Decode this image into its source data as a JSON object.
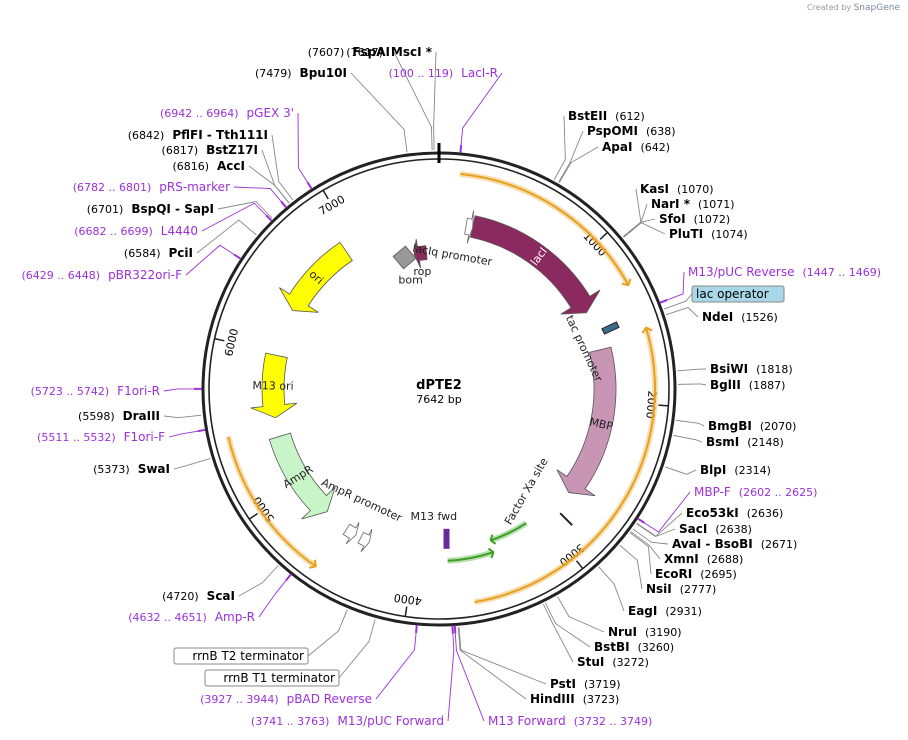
{
  "watermark": {
    "prefix": "Created by",
    "brand": "SnapGene"
  },
  "plasmid": {
    "name": "dPTE2",
    "size_label": "7642 bp",
    "length": 7642
  },
  "colors": {
    "enzyme_text": "#000000",
    "primer": "#9b30d9",
    "lacI": "#8b2a5e",
    "mbp": "#c896b4",
    "ori": "#ffff00",
    "m13_ori": "#ffff00",
    "ampR": "#c8f5c8",
    "promoter": "#ffffff",
    "bom": "#999999",
    "orf_orange": "#e8a020",
    "orf_green": "#3aa020",
    "lac_operator_fill": "#a8d8e8"
  },
  "ticks": [
    {
      "pos": 1000,
      "label": "1000"
    },
    {
      "pos": 2000,
      "label": "2000"
    },
    {
      "pos": 3000,
      "label": "3000"
    },
    {
      "pos": 4000,
      "label": "4000"
    },
    {
      "pos": 5000,
      "label": "5000"
    },
    {
      "pos": 6000,
      "label": "6000"
    },
    {
      "pos": 7000,
      "label": "7000"
    }
  ],
  "right_sites": [
    {
      "kind": "enzyme",
      "name": "BstEII",
      "loc": "(612)",
      "pos": 612
    },
    {
      "kind": "enzyme",
      "name": "PspOMI",
      "loc": "(638)",
      "pos": 638
    },
    {
      "kind": "enzyme",
      "name": "ApaI",
      "loc": "(642)",
      "pos": 642
    },
    {
      "kind": "enzyme",
      "name": "KasI",
      "loc": "(1070)",
      "pos": 1070
    },
    {
      "kind": "enzyme",
      "name": "NarI *",
      "loc": "(1071)",
      "pos": 1071
    },
    {
      "kind": "enzyme",
      "name": "SfoI",
      "loc": "(1072)",
      "pos": 1072
    },
    {
      "kind": "enzyme",
      "name": "PluTI",
      "loc": "(1074)",
      "pos": 1074
    },
    {
      "kind": "primer",
      "name": "M13/pUC Reverse",
      "loc": "(1447 .. 1469)",
      "pos": 1458
    },
    {
      "kind": "feature",
      "name": "lac operator",
      "loc": "",
      "pos": 1495
    },
    {
      "kind": "enzyme",
      "name": "NdeI",
      "loc": "(1526)",
      "pos": 1526
    },
    {
      "kind": "enzyme",
      "name": "BsiWI",
      "loc": "(1818)",
      "pos": 1818
    },
    {
      "kind": "enzyme",
      "name": "BglII",
      "loc": "(1887)",
      "pos": 1887
    },
    {
      "kind": "enzyme",
      "name": "BmgBI",
      "loc": "(2070)",
      "pos": 2070
    },
    {
      "kind": "enzyme",
      "name": "BsmI",
      "loc": "(2148)",
      "pos": 2148
    },
    {
      "kind": "enzyme",
      "name": "BlpI",
      "loc": "(2314)",
      "pos": 2314
    },
    {
      "kind": "primer",
      "name": "MBP-F",
      "loc": "(2602 .. 2625)",
      "pos": 2613
    },
    {
      "kind": "enzyme",
      "name": "Eco53kI",
      "loc": "(2636)",
      "pos": 2636
    },
    {
      "kind": "enzyme",
      "name": "SacI",
      "loc": "(2638)",
      "pos": 2638
    },
    {
      "kind": "enzyme",
      "name": "AvaI  -  BsoBI",
      "loc": "(2671)",
      "pos": 2671
    },
    {
      "kind": "enzyme",
      "name": "XmnI",
      "loc": "(2688)",
      "pos": 2688
    },
    {
      "kind": "enzyme",
      "name": "EcoRI",
      "loc": "(2695)",
      "pos": 2695
    },
    {
      "kind": "enzyme",
      "name": "NsiI",
      "loc": "(2777)",
      "pos": 2777
    },
    {
      "kind": "enzyme",
      "name": "EagI",
      "loc": "(2931)",
      "pos": 2931
    },
    {
      "kind": "enzyme",
      "name": "NruI",
      "loc": "(3190)",
      "pos": 3190
    },
    {
      "kind": "enzyme",
      "name": "BstBI",
      "loc": "(3260)",
      "pos": 3260
    },
    {
      "kind": "enzyme",
      "name": "StuI",
      "loc": "(3272)",
      "pos": 3272
    },
    {
      "kind": "enzyme",
      "name": "PstI",
      "loc": "(3719)",
      "pos": 3719
    },
    {
      "kind": "enzyme",
      "name": "HindIII",
      "loc": "(3723)",
      "pos": 3723
    },
    {
      "kind": "primer",
      "name": "M13 Forward",
      "loc": "(3732 .. 3749)",
      "pos": 3740
    }
  ],
  "left_sites": [
    {
      "kind": "enzyme",
      "name": "FspAI",
      "loc": "(7607)",
      "pos": 7607
    },
    {
      "kind": "enzyme",
      "name": "MscI *",
      "loc": "(7617)",
      "pos": 7617
    },
    {
      "kind": "primer",
      "name": "LacI-R",
      "loc": "(100 .. 119)",
      "pos": 110
    },
    {
      "kind": "enzyme",
      "name": "Bpu10I",
      "loc": "(7479)",
      "pos": 7479
    },
    {
      "kind": "primer",
      "name": "pGEX 3'",
      "loc": "(6942 .. 6964)",
      "pos": 6953
    },
    {
      "kind": "enzyme",
      "name": "PflFI  -  Tth111I",
      "loc": "(6842)",
      "pos": 6842
    },
    {
      "kind": "enzyme",
      "name": "BstZ17I",
      "loc": "(6817)",
      "pos": 6817
    },
    {
      "kind": "enzyme",
      "name": "AccI",
      "loc": "(6816)",
      "pos": 6816
    },
    {
      "kind": "primer",
      "name": "pRS-marker",
      "loc": "(6782 .. 6801)",
      "pos": 6791
    },
    {
      "kind": "enzyme",
      "name": "BspQI  -  SapI",
      "loc": "(6701)",
      "pos": 6701
    },
    {
      "kind": "primer",
      "name": "L4440",
      "loc": "(6682 .. 6699)",
      "pos": 6690
    },
    {
      "kind": "enzyme",
      "name": "PciI",
      "loc": "(6584)",
      "pos": 6584
    },
    {
      "kind": "primer",
      "name": "pBR322ori-F",
      "loc": "(6429 .. 6448)",
      "pos": 6438
    },
    {
      "kind": "primer",
      "name": "F1ori-R",
      "loc": "(5723 .. 5742)",
      "pos": 5732
    },
    {
      "kind": "enzyme",
      "name": "DraIII",
      "loc": "(5598)",
      "pos": 5598
    },
    {
      "kind": "primer",
      "name": "F1ori-F",
      "loc": "(5511 .. 5532)",
      "pos": 5521
    },
    {
      "kind": "enzyme",
      "name": "SwaI",
      "loc": "(5373)",
      "pos": 5373
    },
    {
      "kind": "enzyme",
      "name": "ScaI",
      "loc": "(4720)",
      "pos": 4720
    },
    {
      "kind": "primer",
      "name": "Amp-R",
      "loc": "(4632 .. 4651)",
      "pos": 4641
    },
    {
      "kind": "feature",
      "name": "rrnB T2 terminator",
      "loc": "",
      "pos": 4300
    },
    {
      "kind": "feature",
      "name": "rrnB T1 terminator",
      "loc": "",
      "pos": 4150
    },
    {
      "kind": "primer",
      "name": "pBAD Reverse",
      "loc": "(3927 .. 3944)",
      "pos": 3935
    },
    {
      "kind": "primer",
      "name": "M13/pUC Forward",
      "loc": "(3741 .. 3763)",
      "pos": 3752
    }
  ],
  "features": [
    {
      "name": "lacI",
      "label": "lacI",
      "start": 250,
      "end": 1330,
      "dir": 1,
      "color": "#8b2a5e",
      "ring": 0
    },
    {
      "name": "MBP",
      "label": "MBP",
      "start": 1620,
      "end": 2730,
      "dir": 1,
      "color": "#c896b4",
      "ring": 0
    },
    {
      "name": "ori",
      "label": "ori",
      "start": 6330,
      "end": 6920,
      "dir": -1,
      "color": "#ffff00",
      "ring": 0
    },
    {
      "name": "M13 ori",
      "label": "M13 ori",
      "start": 5520,
      "end": 5980,
      "dir": -1,
      "color": "#ffff00",
      "ring": 0
    },
    {
      "name": "AmpR",
      "label": "AmpR",
      "start": 4720,
      "end": 5380,
      "dir": -1,
      "color": "#c8f5c8",
      "ring": 0
    }
  ],
  "inner_labels": [
    {
      "name": "lacIq promoter"
    },
    {
      "name": "bom"
    },
    {
      "name": "rop"
    },
    {
      "name": "tac promoter"
    },
    {
      "name": "Factor Xa site"
    },
    {
      "name": "M13 fwd"
    },
    {
      "name": "AmpR promoter"
    }
  ]
}
